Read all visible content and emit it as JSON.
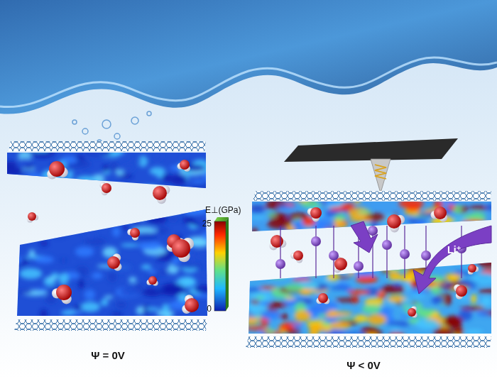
{
  "diagram": {
    "labels": [
      "E⊥(GPa)",
      "25",
      "0",
      "Ψ = 0V",
      "Ψ < 0V",
      "Li⁺"
    ]
  }
}
